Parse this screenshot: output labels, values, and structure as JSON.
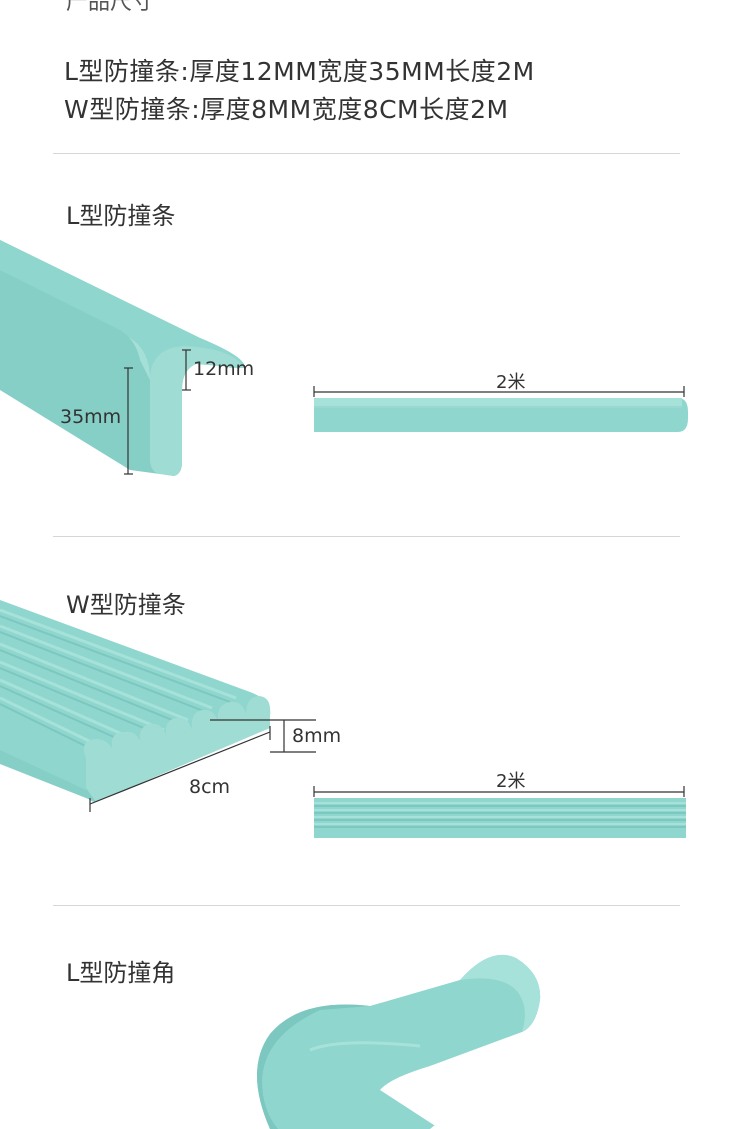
{
  "header_cut": "产品尺寸",
  "specs": {
    "line1": "L型防撞条:厚度12MM宽度35MM长度2M",
    "line2": "W型防撞条:厚度8MM宽度8CM长度2M"
  },
  "section_l_strip": {
    "title": "L型防撞条",
    "thickness_label": "12mm",
    "width_label": "35mm",
    "length_label": "2米"
  },
  "section_w_strip": {
    "title": "W型防撞条",
    "thickness_label": "8mm",
    "width_label": "8cm",
    "length_label": "2米"
  },
  "section_l_corner": {
    "title": "L型防撞角"
  },
  "colors": {
    "product": "#8fd6ce",
    "product_light": "#a6e2da",
    "product_dark": "#7cc7bf",
    "line": "#333333",
    "divider": "#d6d6d6"
  }
}
